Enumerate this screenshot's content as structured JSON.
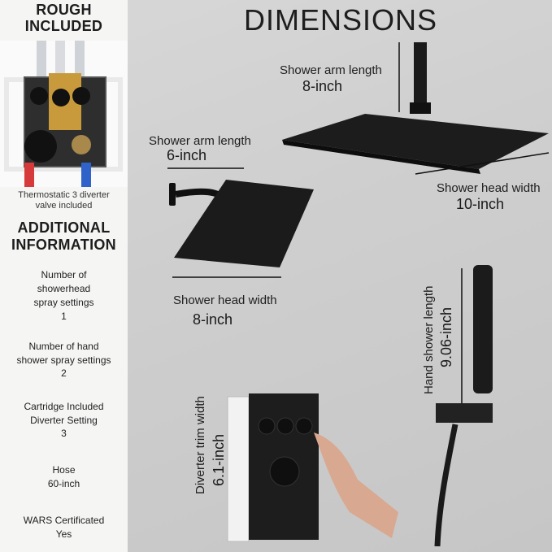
{
  "sidebar": {
    "rough_title_line1": "ROUGH",
    "rough_title_line2": "INCLUDED",
    "rough_caption_line1": "Thermostatic 3 diverter",
    "rough_caption_line2": "valve included",
    "additional_line1": "ADDITIONAL",
    "additional_line2": "INFORMATION",
    "specs": [
      {
        "label_lines": [
          "Number of",
          "showerhead",
          "spray settings"
        ],
        "value": "1"
      },
      {
        "label_lines": [
          "Number of hand",
          "shower spray settings"
        ],
        "value": "2"
      },
      {
        "label_lines": [
          "Cartridge Included",
          "Diverter Setting"
        ],
        "value": "3"
      },
      {
        "label_lines": [
          "Hose"
        ],
        "value": "60-inch"
      },
      {
        "label_lines": [
          "WARS Certificated"
        ],
        "value": "Yes"
      }
    ]
  },
  "main": {
    "title": "DIMENSIONS",
    "ceiling_arm_label": "Shower arm length",
    "ceiling_arm_value": "8-inch",
    "ceiling_head_label": "Shower head width",
    "ceiling_head_value": "10-inch",
    "wall_arm_label": "Shower arm length",
    "wall_arm_value": "6-inch",
    "wall_head_label": "Shower head width",
    "wall_head_value": "8-inch",
    "hand_label": "Hand shower length",
    "hand_value": "9.06-inch",
    "trim_label": "Diverter trim width",
    "trim_value": "6.1-inch"
  }
}
